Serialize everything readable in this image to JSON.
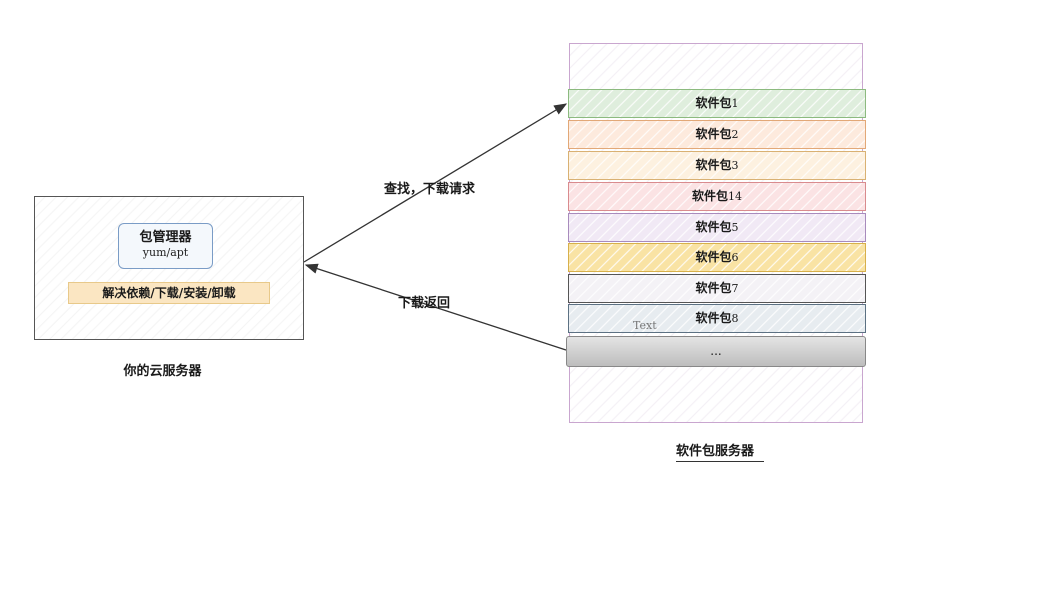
{
  "cloud_server": {
    "package_manager": {
      "title": "包管理器",
      "subtitle": "yum/apt"
    },
    "functions": "解决依赖/下载/安装/卸载",
    "caption": "你的云服务器"
  },
  "package_server": {
    "caption": "软件包服务器",
    "packages": [
      {
        "label": "软件包",
        "num": "1",
        "fill": "#dfeedd",
        "border": "#8cba7f"
      },
      {
        "label": "软件包",
        "num": "2",
        "fill": "#fdeadd",
        "border": "#e2a877"
      },
      {
        "label": "软件包",
        "num": "3",
        "fill": "#fdf1e0",
        "border": "#d9b173"
      },
      {
        "label": "软件包",
        "num": "14",
        "fill": "#fbe3e4",
        "border": "#d98b8e"
      },
      {
        "label": "软件包",
        "num": "5",
        "fill": "#f1e9f5",
        "border": "#a88bbd"
      },
      {
        "label": "软件包",
        "num": "6",
        "fill": "#f9e3a4",
        "border": "#d7b04b"
      },
      {
        "label": "软件包",
        "num": "7",
        "fill": "#f4f2f6",
        "border": "#555555"
      },
      {
        "label": "软件包",
        "num": "8",
        "fill": "#e7ecf0",
        "border": "#5c7183"
      }
    ],
    "more_label": "...",
    "text_placeholder": "Text"
  },
  "arrows": {
    "request_label": "查找，下载请求",
    "response_label": "下载返回"
  },
  "colors": {
    "line": "#333333"
  }
}
